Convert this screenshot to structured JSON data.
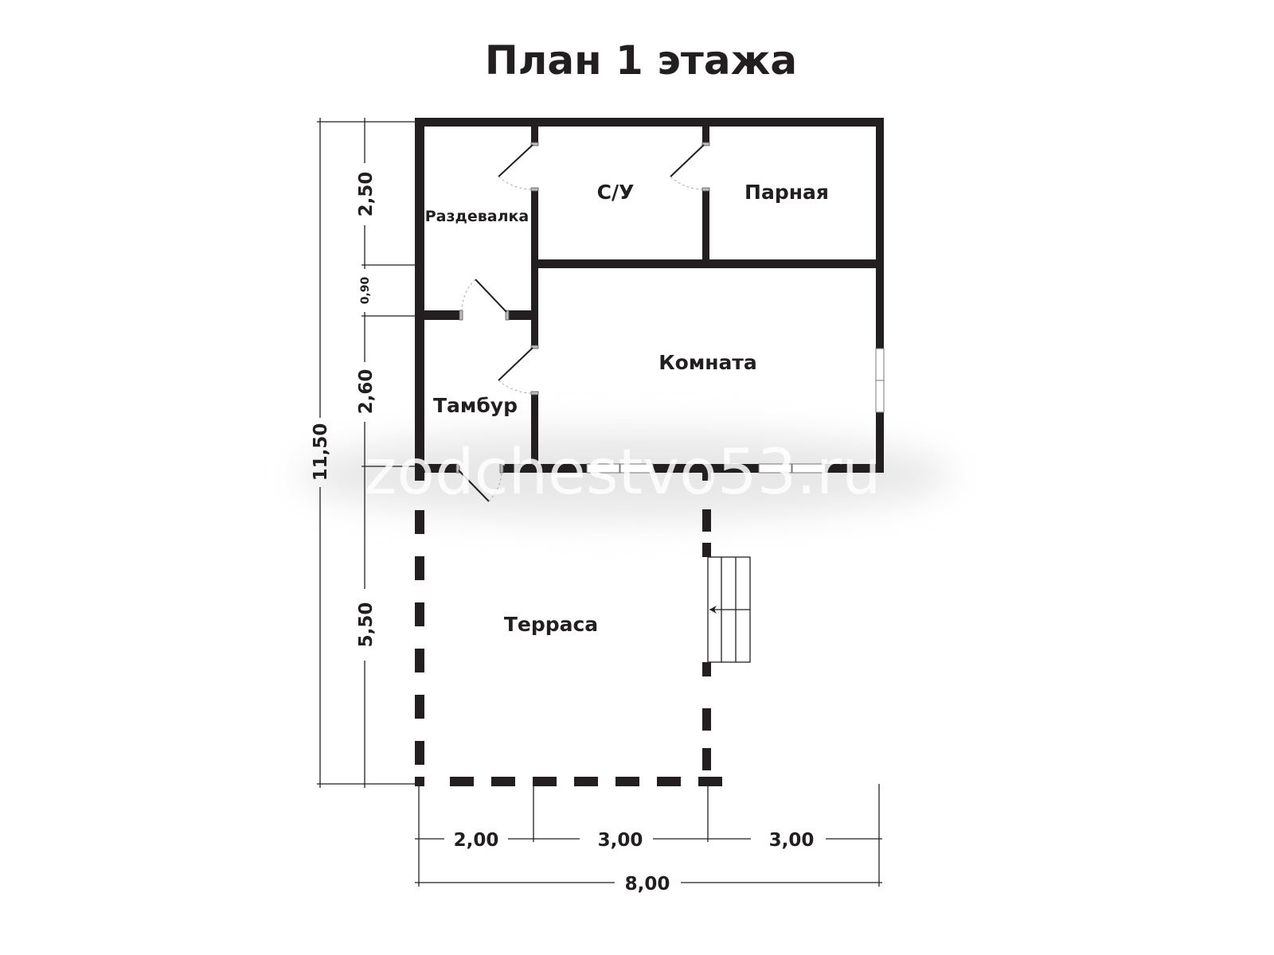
{
  "title": "План 1 этажа",
  "rooms": {
    "razdevalka": "Раздевалка",
    "su": "С/У",
    "parnaya": "Парная",
    "komnata": "Комната",
    "tambur": "Тамбур",
    "terrasa": "Терраса"
  },
  "dimensions": {
    "vertical_total": "11,50",
    "vertical": [
      "2,50",
      "0,90",
      "2,60",
      "5,50"
    ],
    "horizontal": [
      "2,00",
      "3,00",
      "3,00"
    ],
    "horizontal_total": "8,00"
  },
  "watermark": "zodchestvo53.ru"
}
